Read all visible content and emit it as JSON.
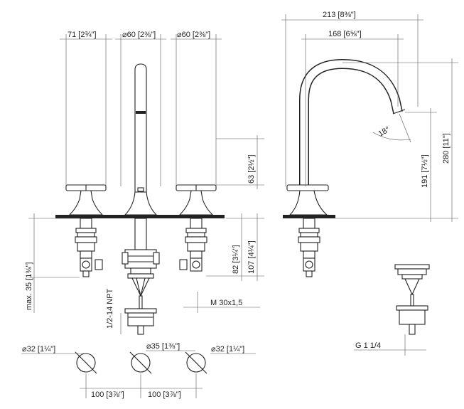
{
  "dimensions": {
    "handle_width": "71 [2¾\"]",
    "handle_dia_left": "⌀60 [2⅜\"]",
    "handle_dia_right": "⌀60 [2⅜\"]",
    "spout_height_handle": "63 [2½\"]",
    "body_height_82": "82 [3¼\"]",
    "body_height_107": "107 [4¼\"]",
    "max_35": "max. 35 [1⅜\"]",
    "npt": "1/2-14 NPT",
    "thread_m30": "M 30x1,5",
    "hole_dia_left": "⌀32 [1¼\"]",
    "hole_dia_center": "⌀35 [1⅜\"]",
    "hole_dia_right": "⌀32 [1¼\"]",
    "spacing_left": "100 [3⅞\"]",
    "spacing_right": "100 [3⅞\"]",
    "spout_reach_total": "213 [8⅜\"]",
    "spout_reach": "168 [6⅝\"]",
    "spout_total_height": "280 [11\"]",
    "spout_outlet_height": "191 [7½\"]",
    "spout_angle": "18°",
    "drain_thread": "G 1 1/4"
  }
}
